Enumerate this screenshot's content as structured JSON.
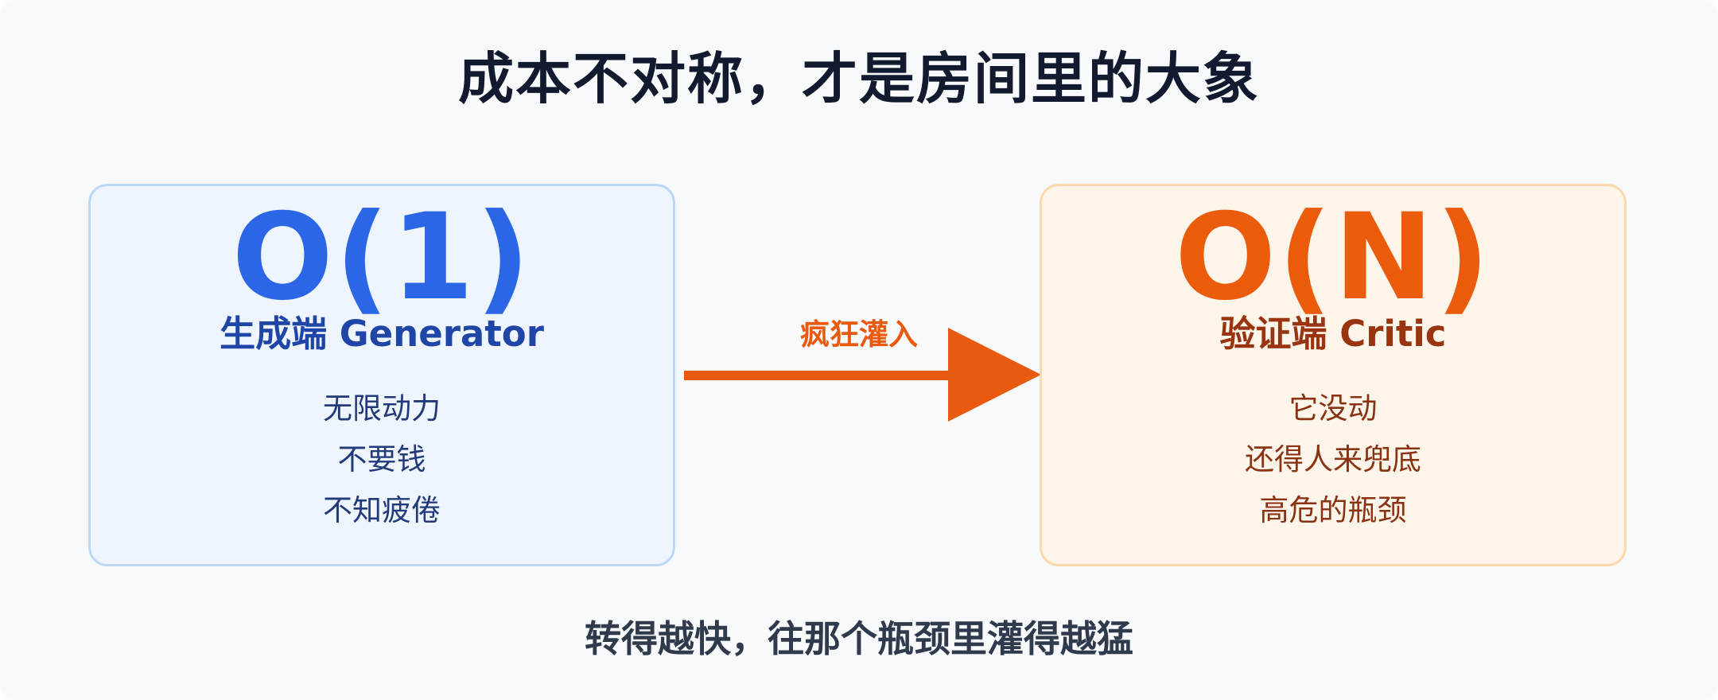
{
  "title": "成本不对称，才是房间里的大象",
  "generator": {
    "complexity": "O(1)",
    "label": "生成端 Generator",
    "lines": [
      "无限动力",
      "不要钱",
      "不知疲倦"
    ]
  },
  "arrow": {
    "label": "疯狂灌入"
  },
  "critic": {
    "complexity": "O(N)",
    "label": "验证端 Critic",
    "lines": [
      "它没动",
      "还得人来兜底",
      "高危的瓶颈"
    ]
  },
  "footer": "转得越快，往那个瓶颈里灌得越猛",
  "colors": {
    "generator_accent": "#2a66e6",
    "critic_accent": "#ea5b0c",
    "arrow": "#e75a10"
  }
}
